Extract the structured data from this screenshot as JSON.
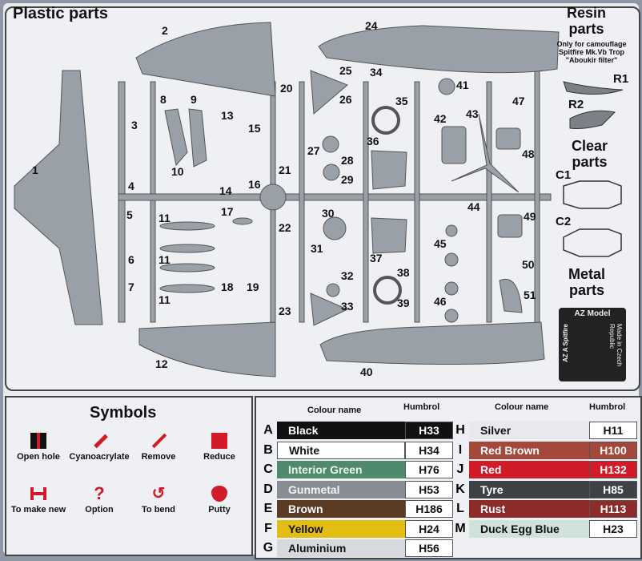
{
  "headings": {
    "plastic": "Plastic parts",
    "resin": "Resin\nparts",
    "resin_note_line1": "Only for camouflage",
    "resin_note_line2": "Spitfire Mk.Vb Trop",
    "resin_note_line3": "\"Aboukir filter\"",
    "clear": "Clear\nparts",
    "metal": "Metal\nparts",
    "symbols": "Symbols"
  },
  "part_numbers": [
    "1",
    "2",
    "3",
    "4",
    "5",
    "6",
    "7",
    "8",
    "9",
    "10",
    "11",
    "11",
    "11",
    "11",
    "12",
    "13",
    "14",
    "15",
    "16",
    "17",
    "18",
    "19",
    "20",
    "21",
    "22",
    "23",
    "24",
    "25",
    "26",
    "27",
    "28",
    "29",
    "30",
    "31",
    "32",
    "33",
    "34",
    "35",
    "36",
    "37",
    "38",
    "39",
    "40",
    "41",
    "42",
    "43",
    "44",
    "45",
    "46",
    "47",
    "48",
    "49",
    "50",
    "51"
  ],
  "resin_parts": [
    "R1",
    "R2"
  ],
  "clear_parts": [
    "C1",
    "C2"
  ],
  "logo": {
    "brand": "AZ Model",
    "text1": "AZ A Spitfire",
    "text2": "Made in Czech Republic"
  },
  "symbols": [
    {
      "label": "Open hole",
      "icon": "drill-icon"
    },
    {
      "label": "Cyanoacrylate",
      "icon": "glue-brush-icon"
    },
    {
      "label": "Remove",
      "icon": "knife-icon"
    },
    {
      "label": "Reduce",
      "icon": "file-icon"
    },
    {
      "label": "To make new",
      "icon": "make-new-icon"
    },
    {
      "label": "Option",
      "icon": "question-icon"
    },
    {
      "label": "To bend",
      "icon": "bend-arrow-icon"
    },
    {
      "label": "Putty",
      "icon": "putty-drop-icon"
    }
  ],
  "colour_table": {
    "header_colour_name": "Colour name",
    "header_humbrol": "Humbrol",
    "left": [
      {
        "letter": "A",
        "name": "Black",
        "code": "H33",
        "bg": "#111111",
        "fg": "#ffffff"
      },
      {
        "letter": "B",
        "name": "White",
        "code": "H34",
        "bg": "#ffffff",
        "fg": "#111111"
      },
      {
        "letter": "C",
        "name": "Interior Green",
        "code": "H76",
        "bg": "#4f8a6c",
        "fg": "#e8f5ec"
      },
      {
        "letter": "D",
        "name": "Gunmetal",
        "code": "H53",
        "bg": "#8a8c93",
        "fg": "#f2f2f2"
      },
      {
        "letter": "E",
        "name": "Brown",
        "code": "H186",
        "bg": "#5a3b24",
        "fg": "#ffffff"
      },
      {
        "letter": "F",
        "name": "Yellow",
        "code": "H24",
        "bg": "#e2bd12",
        "fg": "#111111"
      },
      {
        "letter": "G",
        "name": "Aluminium",
        "code": "H56",
        "bg": "#d6d9de",
        "fg": "#111111"
      }
    ],
    "right": [
      {
        "letter": "H",
        "name": "Silver",
        "code": "H11",
        "bg": "#e8e9ec",
        "fg": "#111111"
      },
      {
        "letter": "I",
        "name": "Red Brown",
        "code": "H100",
        "bg": "#a3483a",
        "fg": "#ffffff"
      },
      {
        "letter": "J",
        "name": "Red",
        "code": "H132",
        "bg": "#d11b28",
        "fg": "#ffffff"
      },
      {
        "letter": "K",
        "name": "Tyre",
        "code": "H85",
        "bg": "#3e4247",
        "fg": "#ffffff"
      },
      {
        "letter": "L",
        "name": "Rust",
        "code": "H113",
        "bg": "#8d2a2a",
        "fg": "#ffffff"
      },
      {
        "letter": "M",
        "name": "Duck Egg Blue",
        "code": "H23",
        "bg": "#cfe3da",
        "fg": "#111111"
      }
    ]
  }
}
